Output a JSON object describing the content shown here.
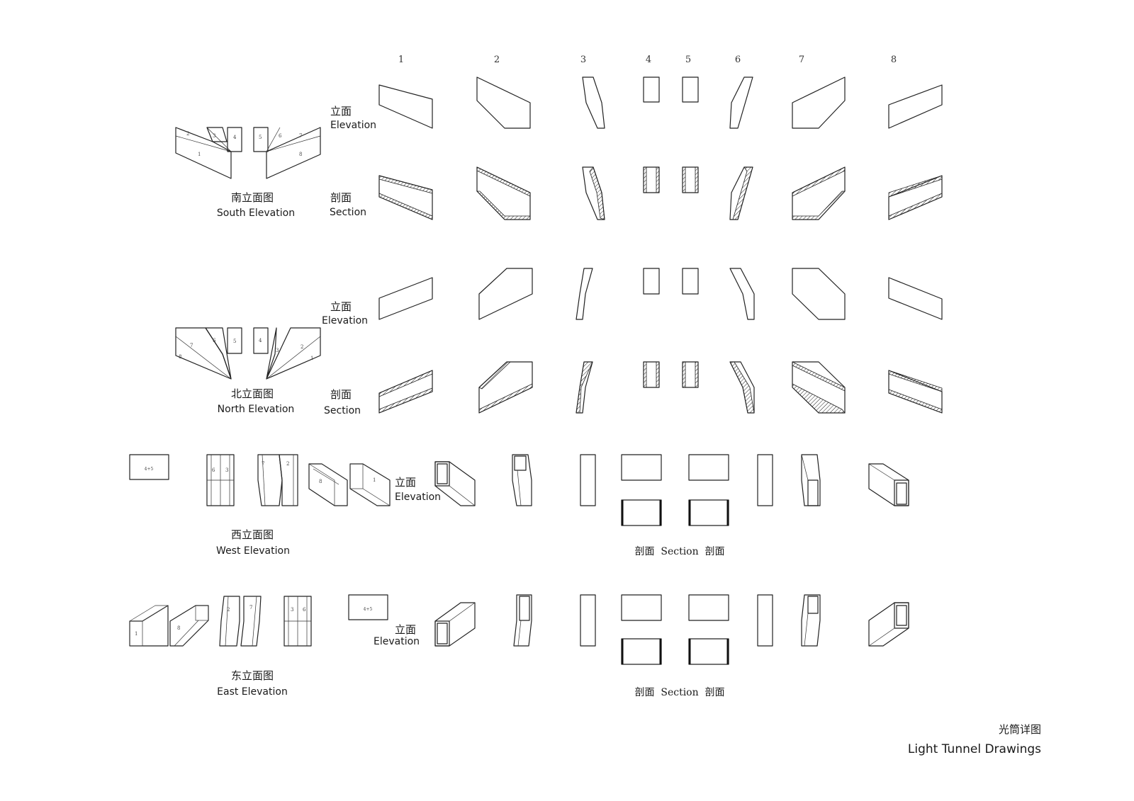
{
  "columns": {
    "headers": [
      "1",
      "2",
      "3",
      "4",
      "5",
      "6",
      "7",
      "8"
    ]
  },
  "south": {
    "elevation_cn": "立面",
    "elevation_en": "Elevation",
    "section_cn": "剖面",
    "section_en": "Section",
    "title_cn": "南立面图",
    "title_en": "South Elevation",
    "key_labels": [
      "2",
      "3",
      "4",
      "1",
      "5",
      "6",
      "7",
      "8"
    ]
  },
  "north": {
    "elevation_cn": "立面",
    "elevation_en": "Elevation",
    "section_cn": "剖面",
    "section_en": "Section",
    "title_cn": "北立面图",
    "title_en": "North Elevation",
    "key_labels": [
      "7",
      "6",
      "5",
      "8",
      "4",
      "3",
      "2",
      "1"
    ]
  },
  "west": {
    "elevation_cn": "立面",
    "elevation_en": "Elevation",
    "title_cn": "西立面图",
    "title_en": "West Elevation",
    "section_caption": "剖面  Section  剖面",
    "key_labels": [
      "4+5",
      "6",
      "3",
      "7",
      "2",
      "8",
      "1"
    ]
  },
  "east": {
    "elevation_cn": "立面",
    "elevation_en": "Elevation",
    "title_cn": "东立面图",
    "title_en": "East Elevation",
    "section_caption": "剖面  Section  剖面",
    "key_labels": [
      "1",
      "8",
      "2",
      "7",
      "3",
      "6",
      "4+5"
    ]
  },
  "sheet": {
    "title_cn": "光筒详图",
    "title_en": "Light Tunnel Drawings"
  }
}
